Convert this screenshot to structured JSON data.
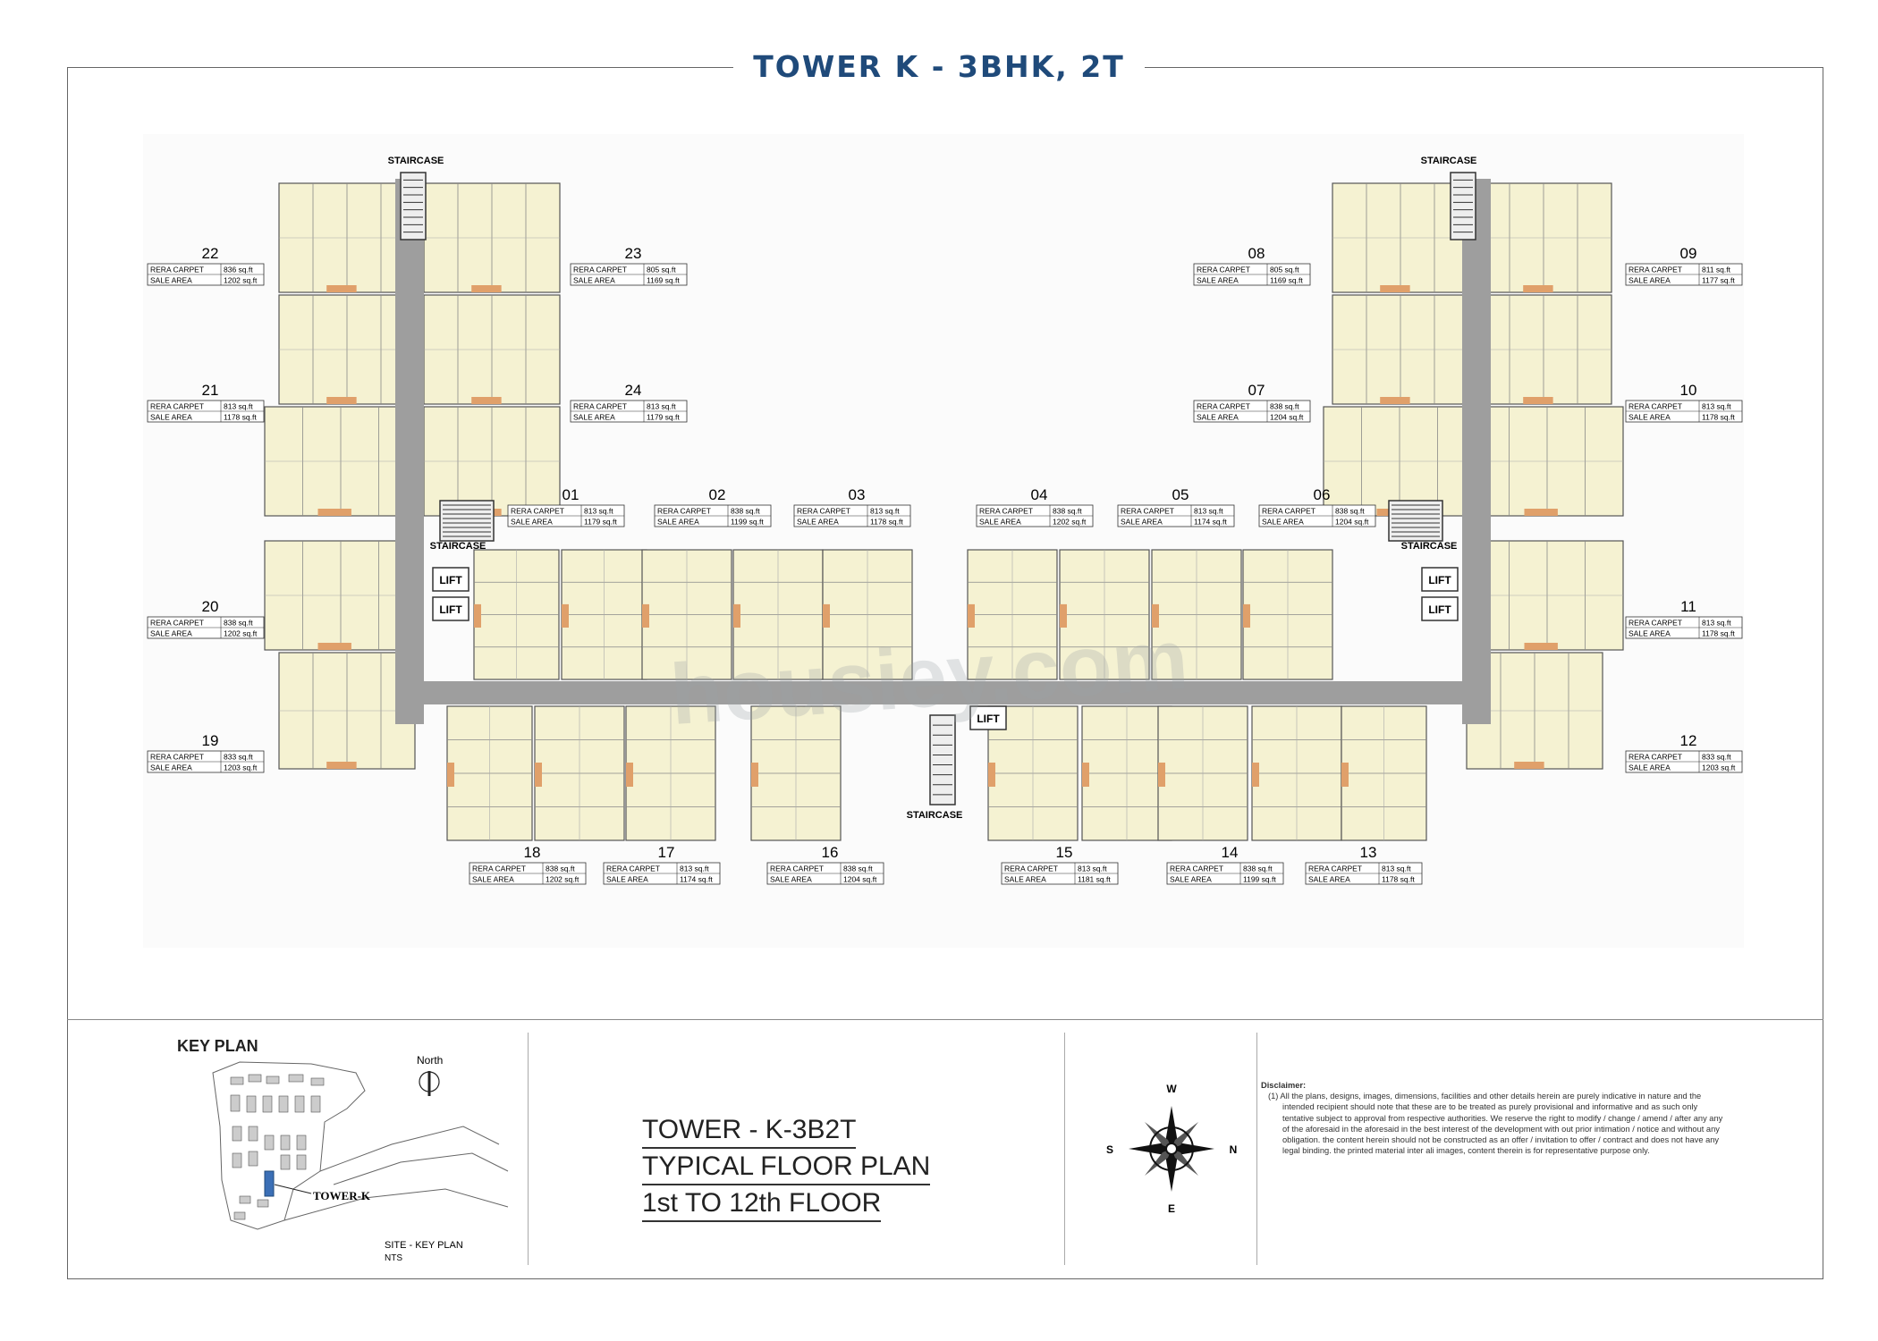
{
  "title": "TOWER K - 3BHK, 2T",
  "labels": {
    "staircase": "STAIRCASE",
    "lift": "LIFT",
    "rera": "RERA CARPET",
    "sale": "SALE AREA",
    "watermark": "housiey.com"
  },
  "units": [
    {
      "no": "01",
      "rera": "813 sq.ft",
      "sale": "1179 sq.ft"
    },
    {
      "no": "02",
      "rera": "838 sq.ft",
      "sale": "1199 sq.ft"
    },
    {
      "no": "03",
      "rera": "813 sq.ft",
      "sale": "1178 sq.ft"
    },
    {
      "no": "04",
      "rera": "838 sq.ft",
      "sale": "1202 sq.ft"
    },
    {
      "no": "05",
      "rera": "813 sq.ft",
      "sale": "1174 sq.ft"
    },
    {
      "no": "06",
      "rera": "838 sq.ft",
      "sale": "1204 sq.ft"
    },
    {
      "no": "07",
      "rera": "838 sq.ft",
      "sale": "1204 sq.ft"
    },
    {
      "no": "08",
      "rera": "805 sq.ft",
      "sale": "1169 sq.ft"
    },
    {
      "no": "09",
      "rera": "811 sq.ft",
      "sale": "1177 sq.ft"
    },
    {
      "no": "10",
      "rera": "813 sq.ft",
      "sale": "1178 sq.ft"
    },
    {
      "no": "11",
      "rera": "813 sq.ft",
      "sale": "1178 sq.ft"
    },
    {
      "no": "12",
      "rera": "833 sq.ft",
      "sale": "1203 sq.ft"
    },
    {
      "no": "13",
      "rera": "813 sq.ft",
      "sale": "1178 sq.ft"
    },
    {
      "no": "14",
      "rera": "838 sq.ft",
      "sale": "1199 sq.ft"
    },
    {
      "no": "15",
      "rera": "813 sq.ft",
      "sale": "1181 sq.ft"
    },
    {
      "no": "16",
      "rera": "838 sq.ft",
      "sale": "1204 sq.ft"
    },
    {
      "no": "17",
      "rera": "813 sq.ft",
      "sale": "1174 sq.ft"
    },
    {
      "no": "18",
      "rera": "838 sq.ft",
      "sale": "1202 sq.ft"
    },
    {
      "no": "19",
      "rera": "833 sq.ft",
      "sale": "1203 sq.ft"
    },
    {
      "no": "20",
      "rera": "838 sq.ft",
      "sale": "1202 sq.ft"
    },
    {
      "no": "21",
      "rera": "813 sq.ft",
      "sale": "1178 sq.ft"
    },
    {
      "no": "22",
      "rera": "836 sq.ft",
      "sale": "1202 sq.ft"
    },
    {
      "no": "23",
      "rera": "805 sq.ft",
      "sale": "1169 sq.ft"
    },
    {
      "no": "24",
      "rera": "813 sq.ft",
      "sale": "1179 sq.ft"
    }
  ],
  "key_plan": {
    "title": "KEY PLAN",
    "north": "North",
    "tower": "TOWER-K",
    "caption": "SITE - KEY PLAN",
    "scale": "NTS"
  },
  "plan_title": [
    "TOWER - K-3B2T",
    "TYPICAL FLOOR PLAN",
    "1st TO 12th FLOOR"
  ],
  "compass": {
    "top": "W",
    "bottom": "E",
    "left": "S",
    "right": "N"
  },
  "disclaimer": {
    "heading": "Disclaimer:",
    "text": "(1) All the plans, designs, images, dimensions, facilities and other details herein are purely indicative in nature and the intended recipient should note that these are to be treated as purely provisional and informative and as such only tentative subject to approval from respective authorities. We reserve the right to modify / change / amend / after any any of the aforesaid in the aforesaid in the best interest of the development with out prior intimation / notice and without any obligation. the content herein should not be constructed as an offer / invitation to offer / contract and does not have any legal binding. the printed material inter ali images, content therein is for representative purpose only."
  },
  "colors": {
    "title": "#1f4a7a",
    "unit_fill": "#f5f2d2",
    "corridor": "#9e9e9e",
    "balcony": "#e0a06a"
  }
}
